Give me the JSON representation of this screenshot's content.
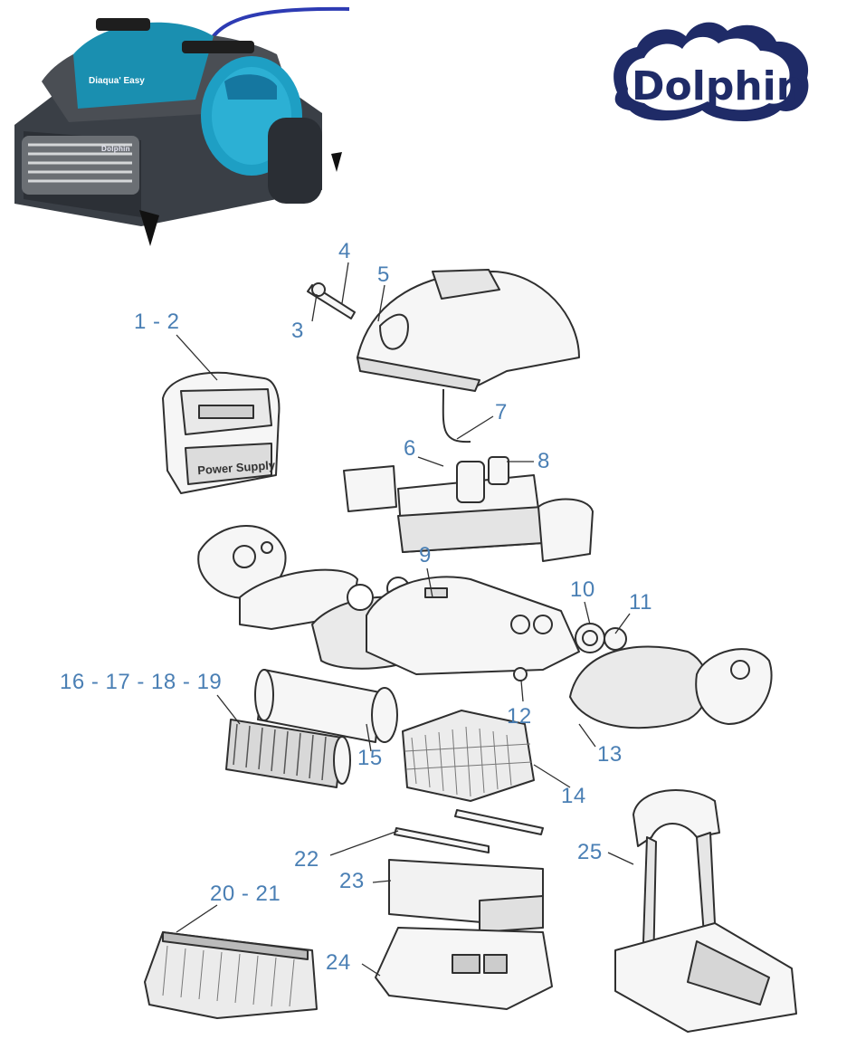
{
  "brand": {
    "logo_text": "Dolphin",
    "product_badge": "Diaqua Easy",
    "product_small_logo": "Dolphin"
  },
  "diagram": {
    "labels": {
      "p1_2": "1 - 2",
      "p3": "3",
      "p4": "4",
      "p5": "5",
      "p6": "6",
      "p7": "7",
      "p8": "8",
      "p9": "9",
      "p10": "10",
      "p11": "11",
      "p12": "12",
      "p13": "13",
      "p14": "14",
      "p15": "15",
      "p16_19": "16 - 17 - 18 - 19",
      "p20_21": "20 - 21",
      "p22": "22",
      "p23": "23",
      "p24": "24",
      "p25": "25"
    },
    "power_supply_text": "Power Supply",
    "accent_color": "#4a7fb4",
    "line_color": "#2f2f2f"
  }
}
